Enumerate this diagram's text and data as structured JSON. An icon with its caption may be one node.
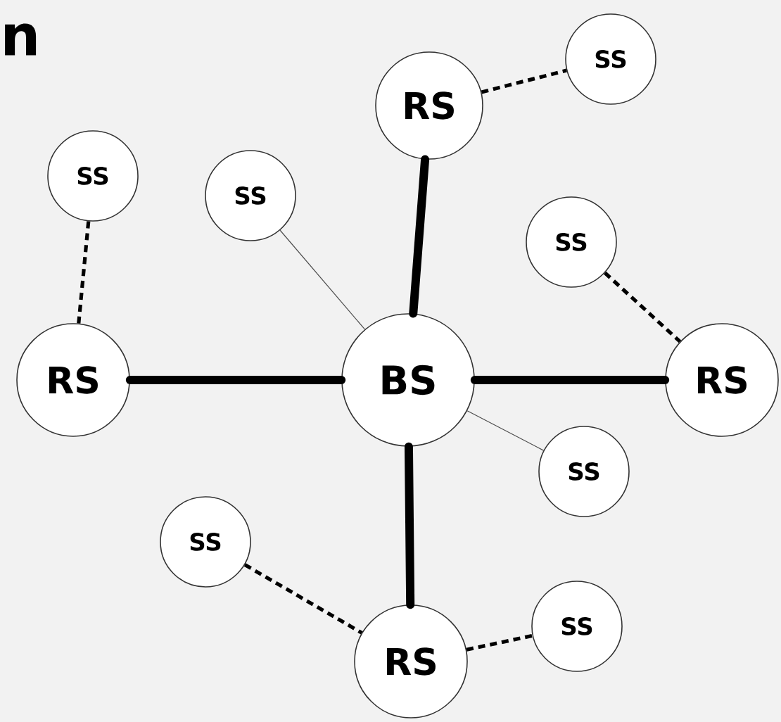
{
  "diagram": {
    "nodes": [
      {
        "text": [
          "SS"
        ]
      },
      {
        "text": [
          "RS"
        ]
      },
      {
        "text": [
          "SS"
        ]
      },
      {
        "text": [
          "SS"
        ]
      },
      {
        "text": [
          "SS"
        ]
      },
      {
        "text": [
          "RS"
        ]
      },
      {
        "text": [
          "BS"
        ]
      },
      {
        "text": [
          "RS"
        ]
      },
      {
        "text": [
          "SS"
        ]
      },
      {
        "text": [
          "SS"
        ]
      },
      {
        "text": [
          "SS"
        ]
      },
      {
        "text": [
          "RS"
        ]
      }
    ],
    "edges": [
      {
        "from": 1,
        "to": 0,
        "arrow": "none",
        "style": "dashed"
      },
      {
        "from": 6,
        "to": 1,
        "arrow": "none",
        "style": "thick"
      },
      {
        "from": 2,
        "to": 5,
        "arrow": "none",
        "style": "dashed"
      },
      {
        "from": 6,
        "to": 3,
        "arrow": "none"
      },
      {
        "from": 4,
        "to": 7,
        "arrow": "none",
        "style": "dashed"
      },
      {
        "from": 6,
        "to": 5,
        "arrow": "none",
        "style": "thick"
      },
      {
        "from": 6,
        "to": 7,
        "arrow": "none",
        "style": "thick"
      },
      {
        "from": 6,
        "to": 8,
        "arrow": "none"
      },
      {
        "from": 6,
        "to": 11,
        "arrow": "none",
        "style": "thick"
      },
      {
        "from": 9,
        "to": 11,
        "arrow": "none",
        "style": "dashed"
      },
      {
        "from": 11,
        "to": 10,
        "arrow": "none",
        "style": "dashed"
      }
    ],
    "labels": [
      "n"
    ]
  }
}
